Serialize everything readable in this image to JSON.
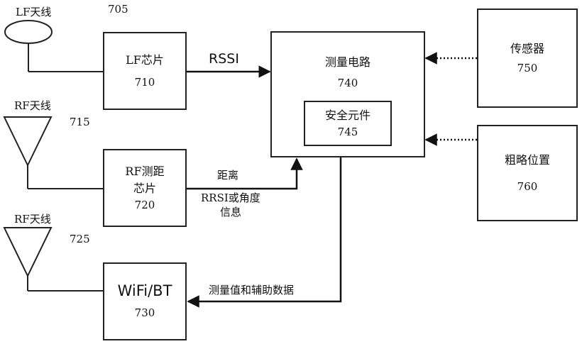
{
  "antennas": {
    "lf": {
      "label": "LF天线",
      "ref": "705"
    },
    "rf1": {
      "label": "RF天线",
      "ref": "715"
    },
    "rf2": {
      "label": "RF天线",
      "ref": "725"
    }
  },
  "blocks": {
    "lf_chip": {
      "title": "LF芯片",
      "ref": "710"
    },
    "rf_chip": {
      "title_line1": "RF测距",
      "title_line2": "芯片",
      "ref": "720"
    },
    "wifi": {
      "title": "WiFi/BT",
      "ref": "730"
    },
    "measure": {
      "title": "测量电路",
      "ref": "740"
    },
    "secure": {
      "title": "安全元件",
      "ref": "745"
    },
    "sensor": {
      "title": "传感器",
      "ref": "750"
    },
    "coarse": {
      "title": "粗略位置",
      "ref": "760"
    }
  },
  "edge_labels": {
    "rssi": "RSSI",
    "distance": "距离",
    "rssi_angle_line1": "RRSI或角度",
    "rssi_angle_line2": "信息",
    "measure_aux": "测量值和辅助数据"
  }
}
